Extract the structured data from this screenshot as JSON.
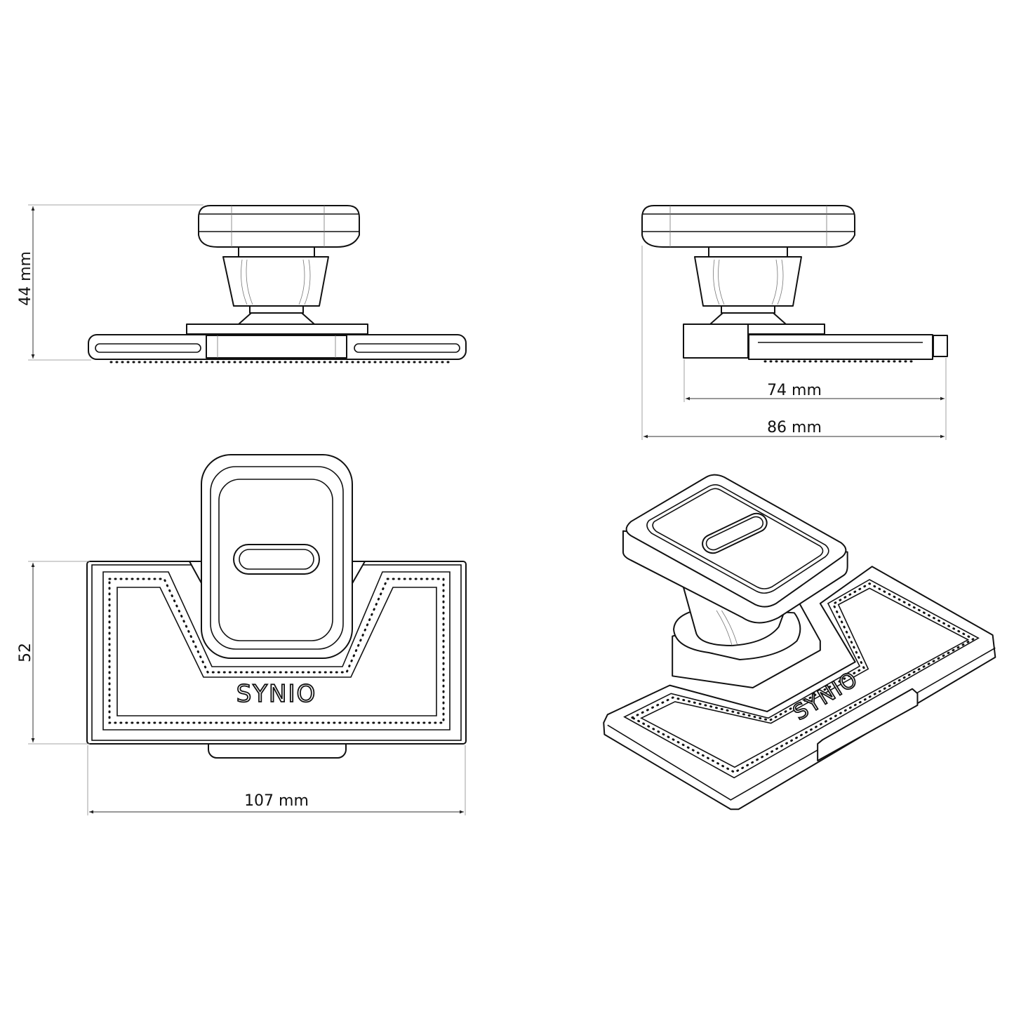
{
  "views": {
    "front": {
      "height_label": "44 mm"
    },
    "side": {
      "inner_width_label": "74 mm",
      "outer_width_label": "86 mm"
    },
    "top": {
      "depth_label": "52",
      "width_label": "107 mm",
      "logo_text": "SYNIO"
    },
    "isometric": {
      "logo_text": "SYNIO"
    }
  },
  "colors": {
    "line": "#111111",
    "background": "#ffffff"
  }
}
